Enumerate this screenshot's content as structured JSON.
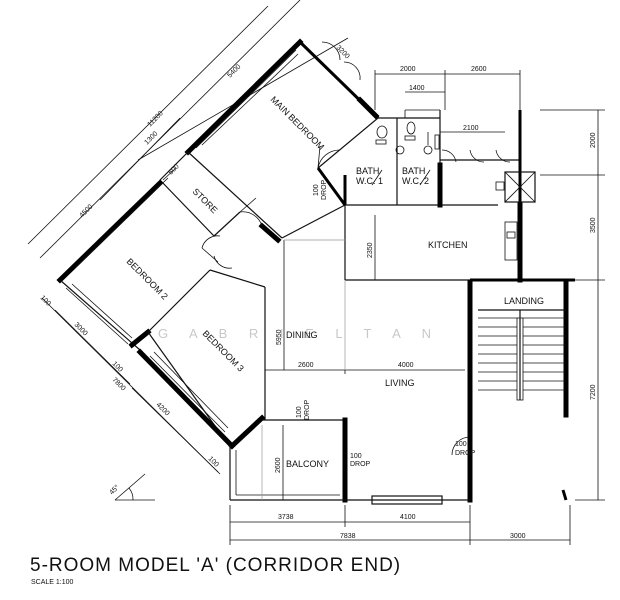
{
  "title": "5-ROOM MODEL 'A' (CORRIDOR END)",
  "scale": "SCALE  1:100",
  "watermark": "G A B R I E L   T A N",
  "rooms": {
    "main_bedroom": "MAIN BEDROOM",
    "store": "STORE",
    "bedroom2": "BEDROOM 2",
    "bedroom3": "BEDROOM 3",
    "bath1_a": "BATH",
    "bath1_b": "W.C. 1",
    "bath2_a": "BATH",
    "bath2_b": "W.C. 2",
    "kitchen": "KITCHEN",
    "landing": "LANDING",
    "dining": "DINING",
    "living": "LIVING",
    "balcony": "BALCONY"
  },
  "drops": {
    "drop1_a": "100",
    "drop1_b": "DROP",
    "drop2_a": "100",
    "drop2_b": "DROP",
    "drop3_a": "100",
    "drop3_b": "DROP",
    "drop4_a": "100",
    "drop4_b": "DROP"
  },
  "dimensions": {
    "d3200": "3200",
    "d5400": "5400",
    "d11200": "11200",
    "d1300": "1300",
    "d4500": "4500",
    "d500": "500",
    "d3000": "3000",
    "d7800": "7800",
    "d4200": "4200",
    "d100a": "100",
    "d100b": "100",
    "d100c": "100",
    "d2000a": "2000",
    "d2600a": "2600",
    "d1400": "1400",
    "d2100": "2100",
    "d2000b": "2000",
    "d3500": "3500",
    "d7200": "7200",
    "d2350": "2350",
    "d5950": "5950",
    "d2600b": "2600",
    "d4000": "4000",
    "d2600c": "2600",
    "d3738": "3738",
    "d4100": "4100",
    "d7838": "7838",
    "d3000b": "3000",
    "angle": "45°"
  }
}
